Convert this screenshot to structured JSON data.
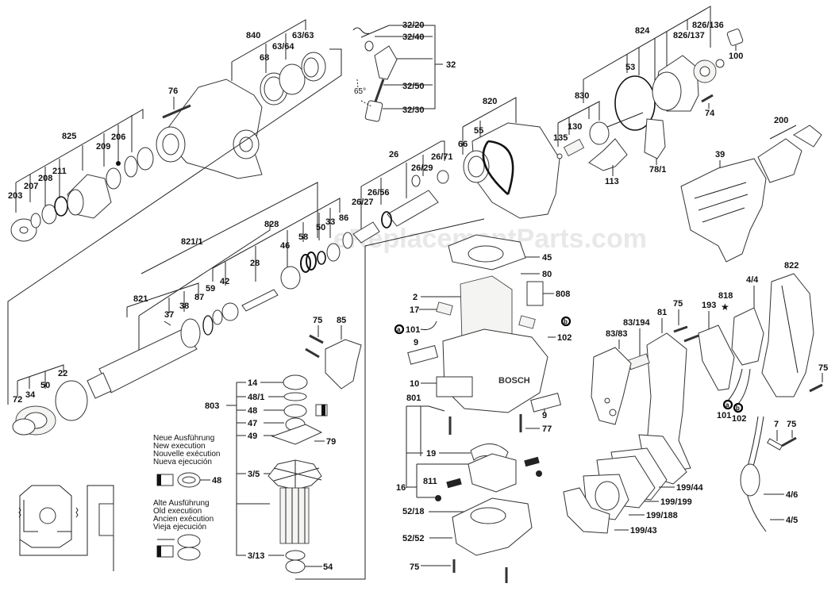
{
  "diagram": {
    "watermark": "eReplacementParts.com",
    "brand_on_housing": "BOSCH",
    "angle_note": "65°",
    "labels": {
      "p840": "840",
      "p63_63": "63/63",
      "p63_64": "63/64",
      "p68": "68",
      "p76": "76",
      "p825": "825",
      "p209": "209",
      "p206": "206",
      "p211": "211",
      "p208": "208",
      "p207": "207",
      "p203": "203",
      "p32_20": "32/20",
      "p32_40": "32/40",
      "p32": "32",
      "p32_50": "32/50",
      "p32_30": "32/30",
      "p820": "820",
      "p55": "55",
      "p66": "66",
      "p26": "26",
      "p26_29": "26/29",
      "p26_71": "26/71",
      "p26_56": "26/56",
      "p26_27": "26/27",
      "p824": "824",
      "p826_136": "826/136",
      "p826_137": "826/137",
      "p100": "100",
      "p53": "53",
      "p830": "830",
      "p130": "130",
      "p135": "135",
      "p74": "74",
      "p78_1": "78/1",
      "p113": "113",
      "p200": "200",
      "p39": "39",
      "p828": "828",
      "p821_1": "821/1",
      "p86": "86",
      "p33": "33",
      "p50a": "50",
      "p58": "58",
      "p46": "46",
      "p28": "28",
      "p42": "42",
      "p59": "59",
      "p821": "821",
      "p87": "87",
      "p38": "38",
      "p37": "37",
      "p22": "22",
      "p50b": "50",
      "p34": "34",
      "p72": "72",
      "p75a": "75",
      "p85": "85",
      "p14": "14",
      "p48_1": "48/1",
      "p803": "803",
      "p48": "48",
      "p47": "47",
      "p49": "49",
      "p79": "79",
      "p3_5": "3/5",
      "p3_13": "3/13",
      "p54": "54",
      "p48b": "48",
      "p45": "45",
      "p80": "80",
      "p2": "2",
      "p808": "808",
      "p17": "17",
      "p101a": "101",
      "p102a": "102",
      "p9a": "9",
      "p10": "10",
      "p801": "801",
      "p9b": "9",
      "p77": "77",
      "p19": "19",
      "p16": "16",
      "p811": "811",
      "p52_18": "52/18",
      "p52_52": "52/52",
      "p75b": "75",
      "p822": "822",
      "p4_4": "4/4",
      "p818": "818",
      "p193": "193",
      "p75c": "75",
      "p81": "81",
      "p83_194": "83/194",
      "p83_83": "83/83",
      "p75d": "75",
      "p101b": "101",
      "p102b": "102",
      "p7": "7",
      "p75e": "75",
      "p4_6": "4/6",
      "p4_5": "4/5",
      "p199_44": "199/44",
      "p199_199": "199/199",
      "p199_188": "199/188",
      "p199_43": "199/43"
    },
    "badges": {
      "a": "a",
      "b": "b",
      "star": "★"
    },
    "legend": {
      "new_execution": [
        "Neue Ausführung",
        "New execution",
        "Nouvelle exécution",
        "Nueva ejecución"
      ],
      "old_execution": [
        "Alte Ausführung",
        "Old execution",
        "Ancien exécution",
        "Vieja ejecución"
      ]
    }
  }
}
